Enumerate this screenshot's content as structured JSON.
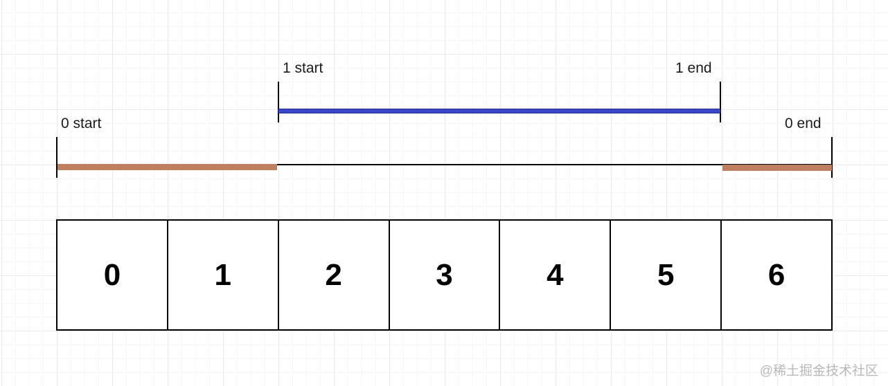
{
  "labels": {
    "one_start": "1 start",
    "one_end": "1 end",
    "zero_start": "0 start",
    "zero_end": "0 end"
  },
  "cells": [
    "0",
    "1",
    "2",
    "3",
    "4",
    "5",
    "6"
  ],
  "watermark": "@稀土掘金技术社区",
  "colors": {
    "range_1": "#3a47c8",
    "range_0": "#c08060"
  }
}
